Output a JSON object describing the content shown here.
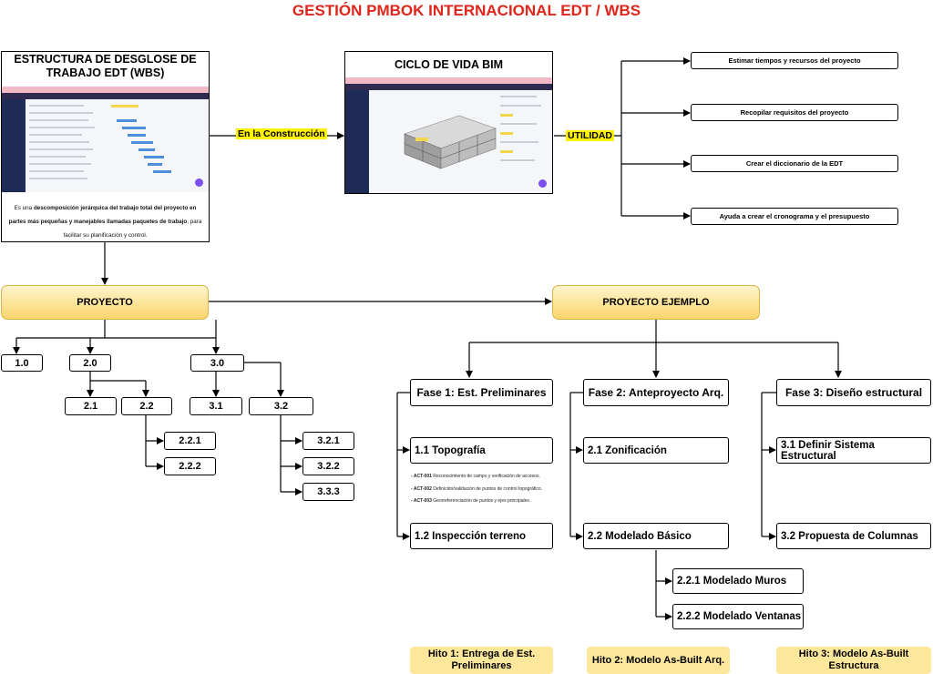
{
  "title": "GESTIÓN PMBOK INTERNACIONAL EDT / WBS",
  "wbs_panel": {
    "title": "ESTRUCTURA DE DESGLOSE DE TRABAJO EDT (WBS)",
    "desc_pre": "Es una ",
    "desc_bold1": "descomposición jerárquica del trabajo total del proyecto en partes más pequeñas y manejables llamadas paquetes de trabajo",
    "desc_post": ", para facilitar su planificación y control."
  },
  "bim_panel": {
    "title": "CICLO DE VIDA BIM"
  },
  "labels": {
    "construction": "En la Construcción",
    "utility": "UTILIDAD"
  },
  "utilities": [
    "Estimar tiempos y recursos del proyecto",
    "Recopilar requisitos del proyecto",
    "Crear el diccionario de la EDT",
    "Ayuda a crear el cronograma y el presupuesto"
  ],
  "project": {
    "label": "PROYECTO",
    "nodes": {
      "n1": "1.0",
      "n2": "2.0",
      "n3": "3.0",
      "n21": "2.1",
      "n22": "2.2",
      "n31": "3.1",
      "n32": "3.2",
      "n221": "2.2.1",
      "n222": "2.2.2",
      "n321": "3.2.1",
      "n322": "3.2.2",
      "n333": "3.3.3"
    }
  },
  "example": {
    "label": "PROYECTO EJEMPLO",
    "phases": [
      {
        "label": "Fase 1: Est. Preliminares",
        "items": [
          "1.1 Topografía",
          "1.2 Inspección terreno"
        ]
      },
      {
        "label": "Fase 2: Anteproyecto Arq.",
        "items": [
          "2.1 Zonificación",
          "2.2 Modelado Básico"
        ]
      },
      {
        "label": "Fase 3: Diseño estructural",
        "items": [
          "3.1 Definir Sistema Estructural",
          "3.2 Propuesta de Columnas"
        ]
      }
    ],
    "subitems": [
      "2.2.1 Modelado Muros",
      "2.2.2 Modelado Ventanas"
    ],
    "activities": [
      {
        "code": "- ACT-001",
        "text": " Reconocimiento de campo y verificación de accesos."
      },
      {
        "code": "- ACT-002",
        "text": " Definición/validación de puntos de control topográfico."
      },
      {
        "code": "- ACT-003",
        "text": " Georreferenciación de puntos y ejes principales."
      }
    ],
    "milestones": [
      "Hito 1: Entrega de Est. Preliminares",
      "Hito 2: Modelo As-Built Arq.",
      "Hito 3: Modelo As-Built Estructura"
    ]
  },
  "colors": {
    "title": "#e0251b",
    "pill": "#f9d56b",
    "highlight": "#fff200",
    "milestone": "#fde79a"
  }
}
